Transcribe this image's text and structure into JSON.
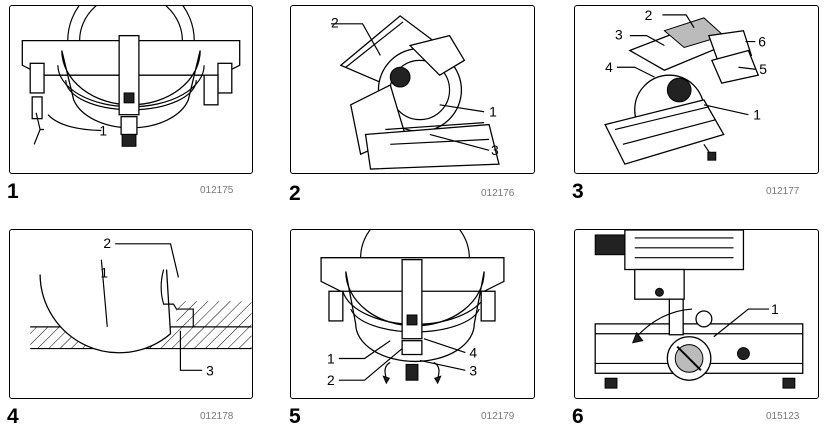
{
  "figures": [
    {
      "number": "1",
      "code": "012175",
      "callouts": [
        "1"
      ]
    },
    {
      "number": "2",
      "code": "012176",
      "callouts": [
        "2",
        "1",
        "3"
      ]
    },
    {
      "number": "3",
      "code": "012177",
      "callouts": [
        "2",
        "3",
        "6",
        "4",
        "5",
        "1"
      ]
    },
    {
      "number": "4",
      "code": "012178",
      "callouts": [
        "2",
        "1",
        "3"
      ]
    },
    {
      "number": "5",
      "code": "012179",
      "callouts": [
        "1",
        "4",
        "2",
        "3"
      ]
    },
    {
      "number": "6",
      "code": "015123",
      "callouts": [
        "1"
      ]
    }
  ]
}
